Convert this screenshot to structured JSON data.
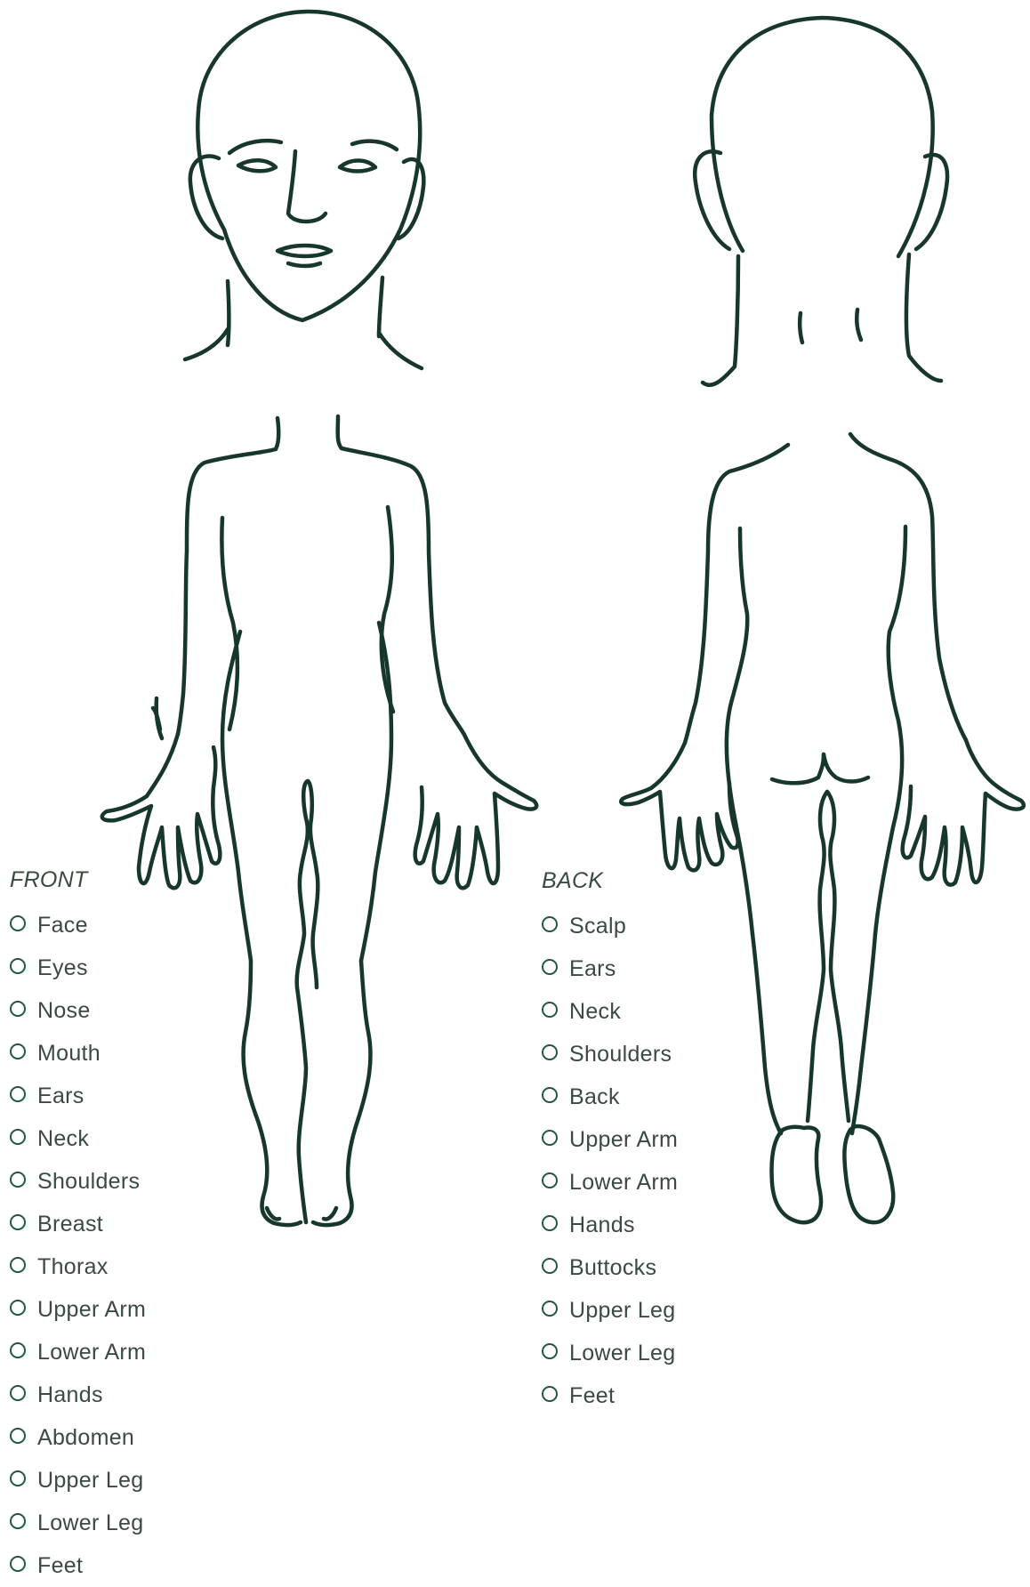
{
  "colors": {
    "outline": "#17372a",
    "radio_border": "#1f5a3c",
    "text": "#3a4a3f"
  },
  "front": {
    "heading": "FRONT",
    "options": [
      "Face",
      "Eyes",
      "Nose",
      "Mouth",
      "Ears",
      "Neck",
      "Shoulders",
      "Breast",
      "Thorax",
      "Upper Arm",
      "Lower Arm",
      "Hands",
      "Abdomen",
      "Upper Leg",
      "Lower Leg",
      "Feet"
    ]
  },
  "back": {
    "heading": "BACK",
    "options": [
      "Scalp",
      "Ears",
      "Neck",
      "Shoulders",
      "Back",
      "Upper Arm",
      "Lower Arm",
      "Hands",
      "Buttocks",
      "Upper Leg",
      "Lower Leg",
      "Feet"
    ]
  }
}
